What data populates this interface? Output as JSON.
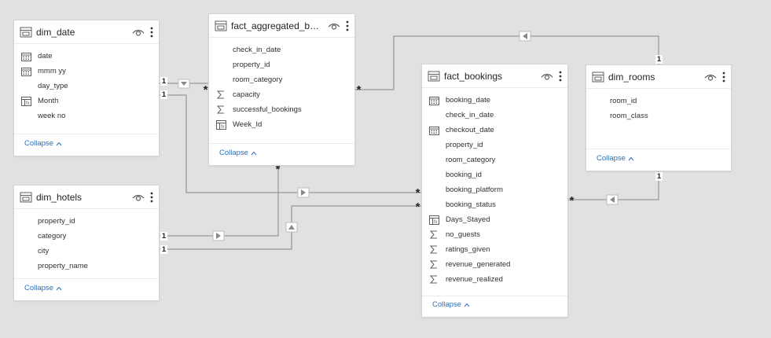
{
  "tables": {
    "dim_date": {
      "title": "dim_date",
      "fields": [
        {
          "name": "date",
          "icon": "calendar-icon"
        },
        {
          "name": "mmm yy",
          "icon": "calendar-icon"
        },
        {
          "name": "day_type",
          "icon": "none"
        },
        {
          "name": "Month",
          "icon": "calculated-column-icon"
        },
        {
          "name": "week no",
          "icon": "none"
        }
      ],
      "collapse_label": "Collapse"
    },
    "fact_aggregated_bookings": {
      "title": "fact_aggregated_boo...",
      "fields": [
        {
          "name": "check_in_date",
          "icon": "none"
        },
        {
          "name": "property_id",
          "icon": "none"
        },
        {
          "name": "room_category",
          "icon": "none"
        },
        {
          "name": "capacity",
          "icon": "sigma-icon"
        },
        {
          "name": "successful_bookings",
          "icon": "sigma-icon"
        },
        {
          "name": "Week_Id",
          "icon": "calculated-column-icon"
        }
      ],
      "collapse_label": "Collapse"
    },
    "dim_hotels": {
      "title": "dim_hotels",
      "fields": [
        {
          "name": "property_id",
          "icon": "none"
        },
        {
          "name": "category",
          "icon": "none"
        },
        {
          "name": "city",
          "icon": "none"
        },
        {
          "name": "property_name",
          "icon": "none"
        }
      ],
      "collapse_label": "Collapse"
    },
    "fact_bookings": {
      "title": "fact_bookings",
      "fields": [
        {
          "name": "booking_date",
          "icon": "calendar-icon"
        },
        {
          "name": "check_in_date",
          "icon": "none"
        },
        {
          "name": "checkout_date",
          "icon": "calendar-icon"
        },
        {
          "name": "property_id",
          "icon": "none"
        },
        {
          "name": "room_category",
          "icon": "none"
        },
        {
          "name": "booking_id",
          "icon": "none"
        },
        {
          "name": "booking_platform",
          "icon": "none"
        },
        {
          "name": "booking_status",
          "icon": "none"
        },
        {
          "name": "Days_Stayed",
          "icon": "calculated-column-icon"
        },
        {
          "name": "no_guests",
          "icon": "sigma-icon"
        },
        {
          "name": "ratings_given",
          "icon": "sigma-icon"
        },
        {
          "name": "revenue_generated",
          "icon": "sigma-icon"
        },
        {
          "name": "revenue_realized",
          "icon": "sigma-icon"
        }
      ],
      "collapse_label": "Collapse"
    },
    "dim_rooms": {
      "title": "dim_rooms",
      "fields": [
        {
          "name": "room_id",
          "icon": "none"
        },
        {
          "name": "room_class",
          "icon": "none"
        }
      ],
      "collapse_label": "Collapse"
    }
  },
  "cardinality": {
    "one": "1",
    "many": "*"
  },
  "colors": {
    "canvas": "#e2e1df",
    "line": "#8a8886",
    "link": "#2a6fb7"
  }
}
